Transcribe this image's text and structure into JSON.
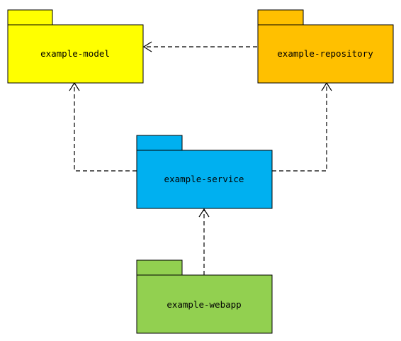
{
  "colors": {
    "model": "#ffff00",
    "repository": "#ffc000",
    "service": "#00b0f0",
    "webapp": "#92d050",
    "stroke": "#000000",
    "edge": "#000000"
  },
  "packages": {
    "model": {
      "label": "example-model"
    },
    "repository": {
      "label": "example-repository"
    },
    "service": {
      "label": "example-service"
    },
    "webapp": {
      "label": "example-webapp"
    }
  },
  "dependencies": [
    {
      "from": "repository",
      "to": "model",
      "style": "dashed-open-arrow"
    },
    {
      "from": "service",
      "to": "model",
      "style": "dashed-open-arrow"
    },
    {
      "from": "service",
      "to": "repository",
      "style": "dashed-open-arrow"
    },
    {
      "from": "webapp",
      "to": "service",
      "style": "dashed-open-arrow"
    }
  ]
}
